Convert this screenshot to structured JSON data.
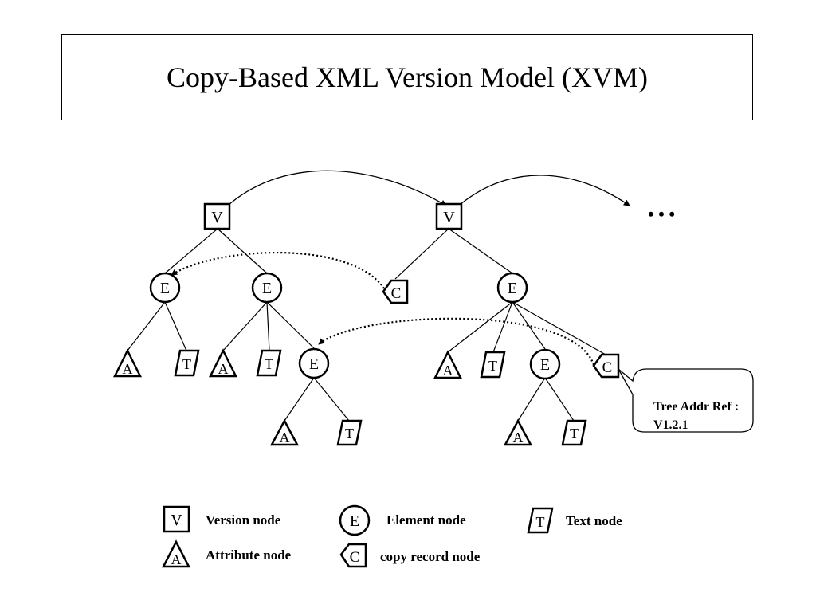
{
  "title": "Copy-Based XML Version Model (XVM)",
  "ellipsis": "• • •",
  "node_letters": {
    "version": "V",
    "element": "E",
    "attribute": "A",
    "text": "T",
    "copy": "C"
  },
  "callout": {
    "line1": "Tree Addr Ref :",
    "line2": "V1.2.1"
  },
  "legend": {
    "version": "Version node",
    "element": "Element node",
    "text": "Text node",
    "attribute": "Attribute node",
    "copy": "copy record node"
  }
}
